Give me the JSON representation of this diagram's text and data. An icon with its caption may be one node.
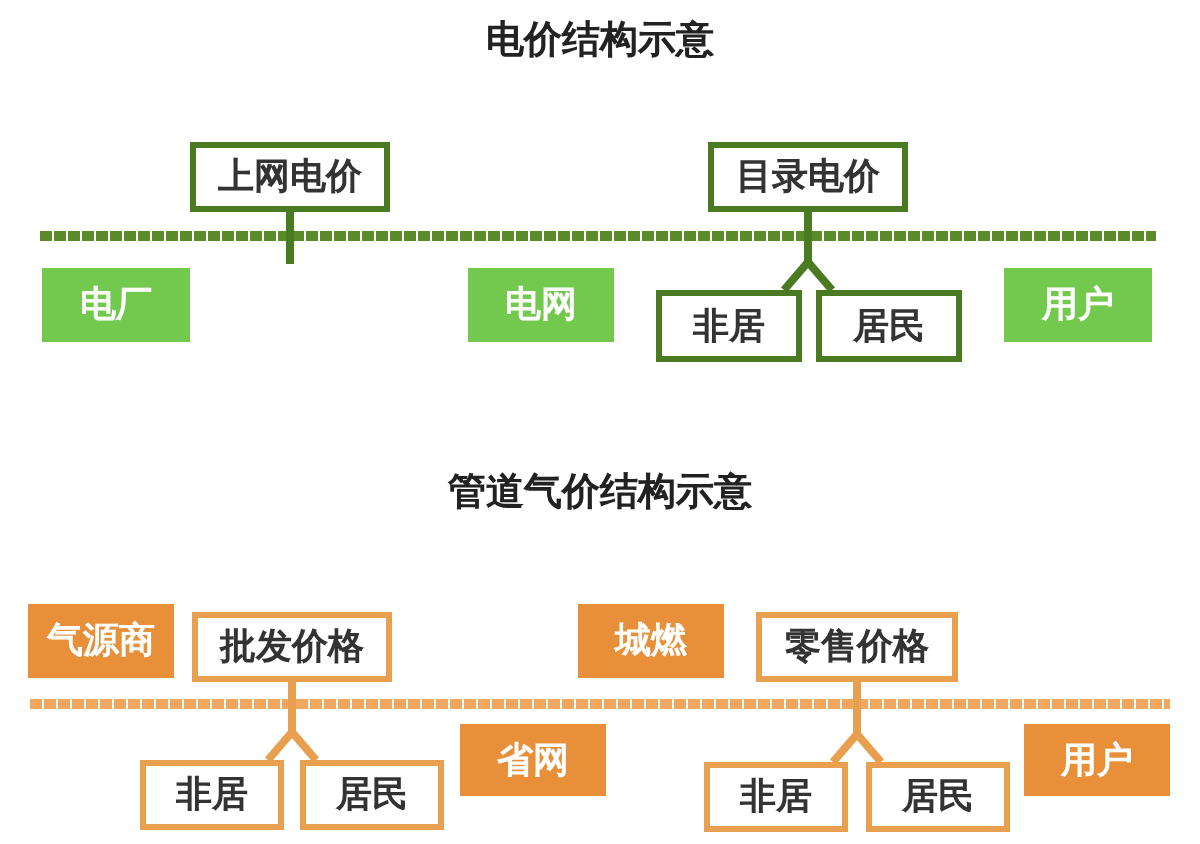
{
  "diagram": {
    "title": "电价结构示意",
    "nodes": [
      {
        "text": [
          "上网电价"
        ]
      },
      {
        "text": [
          "目录电价"
        ]
      },
      {
        "text": [
          "电厂"
        ]
      },
      {
        "text": [
          "电网"
        ]
      },
      {
        "text": [
          "非居"
        ]
      },
      {
        "text": [
          "居民"
        ]
      },
      {
        "text": [
          "用户"
        ]
      },
      {
        "text": [
          "气源商"
        ]
      },
      {
        "text": [
          "批发价格"
        ]
      },
      {
        "text": [
          "城燃"
        ]
      },
      {
        "text": [
          "零售价格"
        ]
      },
      {
        "text": [
          "非居"
        ]
      },
      {
        "text": [
          "居民"
        ]
      },
      {
        "text": [
          "省网"
        ]
      },
      {
        "text": [
          "非居"
        ]
      },
      {
        "text": [
          "居民"
        ]
      },
      {
        "text": [
          "用户"
        ]
      }
    ],
    "edges": [
      {
        "from": 0,
        "to": null,
        "arrow": "none",
        "color": "#4a7a22"
      },
      {
        "from": 1,
        "to": 4,
        "arrow": "none",
        "color": "#4a7a22"
      },
      {
        "from": 1,
        "to": 5,
        "arrow": "none",
        "color": "#4a7a22"
      },
      {
        "from": 8,
        "to": 11,
        "arrow": "none",
        "color": "#e8a050"
      },
      {
        "from": 8,
        "to": 12,
        "arrow": "none",
        "color": "#e8a050"
      },
      {
        "from": 10,
        "to": 14,
        "arrow": "none",
        "color": "#e8a050"
      },
      {
        "from": 10,
        "to": 15,
        "arrow": "none",
        "color": "#e8a050"
      }
    ],
    "labels": [
      "管道气价结构示意"
    ]
  }
}
